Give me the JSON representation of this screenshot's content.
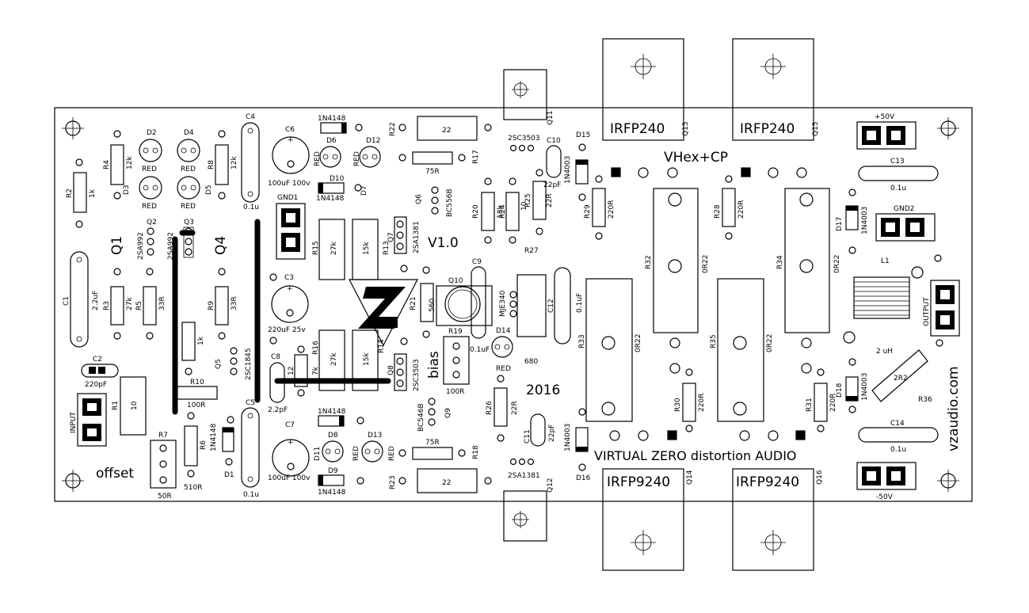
{
  "board": {
    "title": "VHex+CP",
    "version": "V1.0",
    "year": "2016",
    "slogan": "VIRTUAL  ZERO  distortion  AUDIO",
    "website": "vzaudio.com",
    "offset_label": "offset",
    "bias_label": "bias"
  },
  "heatsink_parts": {
    "q13": "IRFP240",
    "q15": "IRFP240",
    "q14": "IRFP9240",
    "q16": "IRFP9240"
  },
  "designators": {
    "q1": "Q1",
    "q4": "Q4",
    "q2": "Q2",
    "q3": "Q3",
    "q5": "Q5",
    "q6": "Q6",
    "q7": "Q7",
    "q8": "Q8",
    "q9": "Q9",
    "q10": "Q10",
    "q11": "Q11",
    "q12": "Q12",
    "q13": "Q13",
    "q14": "Q14",
    "q15": "Q15",
    "q16": "Q16",
    "d1": "D1",
    "d2": "D2",
    "d3": "D3",
    "d4": "D4",
    "d5": "D5",
    "d6": "D6",
    "d7": "D7",
    "d8": "D8",
    "d9": "D9",
    "d10": "D10",
    "d11": "D11",
    "d12": "D12",
    "d13": "D13",
    "d14": "D14",
    "d15": "D15",
    "d16": "D16",
    "d17": "D17",
    "d18": "D18",
    "r1": "R1",
    "r2": "R2",
    "r3": "R3",
    "r4": "R4",
    "r5": "R5",
    "r6": "R6",
    "r7": "R7",
    "r8": "R8",
    "r9": "R9",
    "r10": "R10",
    "r13": "R13",
    "r14": "R14",
    "r15": "R15",
    "r16": "R16",
    "r17": "R17",
    "r18": "R18",
    "r19": "R19",
    "r20": "R20",
    "r21": "R21",
    "r22": "R22",
    "r23": "R23",
    "r24": "R24",
    "r25": "R25",
    "r26": "R26",
    "r27": "R27",
    "r28": "R28",
    "r29": "R29",
    "r30": "R30",
    "r31": "R31",
    "r32": "R32",
    "r33": "R33",
    "r34": "R34",
    "r35": "R35",
    "r36": "R36",
    "c1": "C1",
    "c2": "C2",
    "c3": "C3",
    "c4": "C4",
    "c5": "C5",
    "c6": "C6",
    "c7": "C7",
    "c8": "C8",
    "c9": "C9",
    "c10": "C10",
    "c11": "C11",
    "c12": "C12",
    "c13": "C13",
    "c14": "C14",
    "l1": "L1",
    "gnd1": "GND1",
    "gnd2": "GND2",
    "input": "INPUT",
    "output": "OUTPUT",
    "pos50": "+50V",
    "neg50": "-50V"
  },
  "values": {
    "red": "RED",
    "v12k": "12k",
    "v1k": "1k",
    "v27k": "27k",
    "v33r": "33R",
    "v22uf": "2.2uF",
    "v220pf": "220pF",
    "v10": "10",
    "v100r": "100R",
    "v510r": "510R",
    "v50r": "50R",
    "v01u": "0.1u",
    "v01uf": "0.1uF",
    "v100uf100v": "100uF 100v",
    "v220uf25v": "220uF 25v",
    "v1n4148": "1N4148",
    "v1n4003": "1N4003",
    "v22": "22",
    "v75r": "75R",
    "v15k": "15k",
    "v7k": "7k",
    "v18k": "18k",
    "v12": "12",
    "v560": "560",
    "v22r": "22R",
    "v10r": "10",
    "v680": "680",
    "v22pf": "22pF",
    "v2p2pf": "2.2pF",
    "v220r": "220R",
    "v0r22": "0R22",
    "v2r2": "2R2",
    "v2uh": "2 uH",
    "p2sa992": "2SA992",
    "p2sc1845": "2SC1845",
    "pbc556b": "BC556B",
    "pbc546b": "BC546B",
    "p2sa1381": "2SA1381",
    "p2sc3503": "2SC3503",
    "pmje340": "MJE340"
  },
  "colors": {
    "silkscreen": "#000000",
    "board": "#ffffff"
  },
  "icons": [
    "mounting-hole-icon",
    "terminal-block-icon",
    "electrolytic-cap-icon",
    "led-icon",
    "vz-logo-icon"
  ]
}
